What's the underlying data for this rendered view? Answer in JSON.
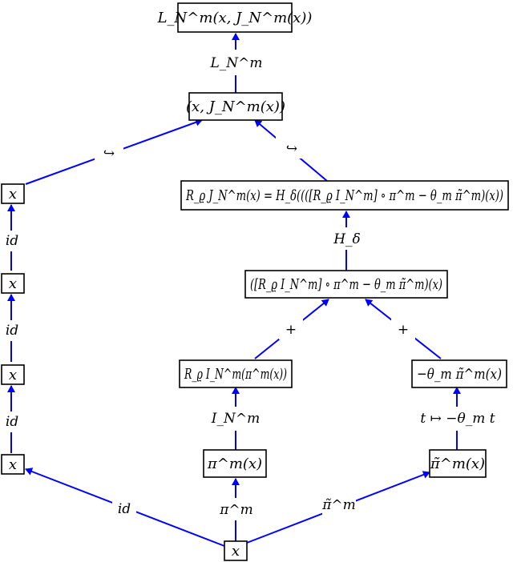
{
  "nodes": {
    "L_top": "L_N^m(x, J_N^m(x))",
    "pair": "(x, J_N^m(x))",
    "rhoJ": "R_ϱ J_N^m(x) = H_δ((([R_ϱ I_N^m] ∘ π^m − θ_m π̃^m)(x))",
    "combo": "([R_ϱ I_N^m] ∘ π^m − θ_m π̃^m)(x)",
    "rhoI": "R_ϱ I_N^m(π^m(x))",
    "negtheta": "−θ_m π̃^m(x)",
    "pi": "π^m(x)",
    "pitilde": "π̃^m(x)",
    "x_bottom": "x",
    "x_left1": "x",
    "x_left2": "x",
    "x_left3": "x",
    "x_left4": "x"
  },
  "edges": {
    "L_label": "L_N^m",
    "hook_left": "↪",
    "hook_right": "↪",
    "H_label": "H_δ",
    "plus_left": "+",
    "plus_right": "+",
    "I_label": "I_N^m",
    "t_label": "t ↦ −θ_m t",
    "pi_label": "π^m",
    "pitilde_label": "π̃^m",
    "id_bottom": "id",
    "id1": "id",
    "id2": "id",
    "id3": "id"
  },
  "colors": {
    "edge": "#0000ff",
    "box": "#000000"
  }
}
